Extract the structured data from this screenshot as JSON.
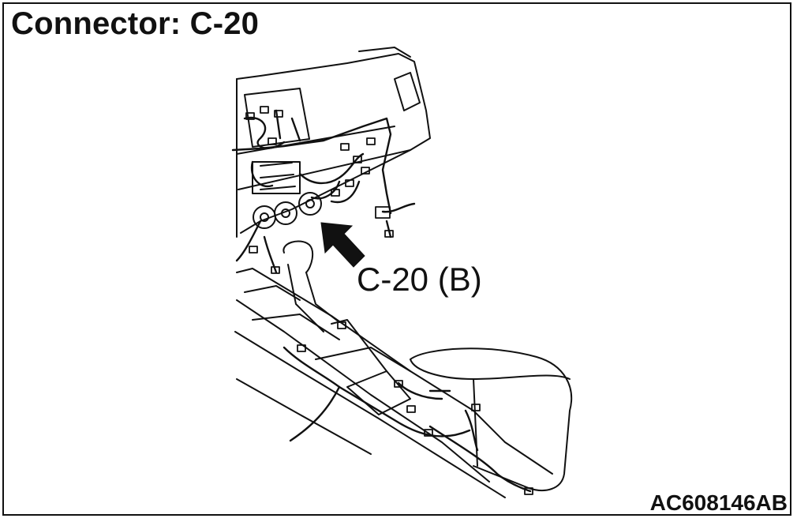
{
  "title": "Connector: C-20",
  "callout_label": "C-20 (B)",
  "figure_id": "AC608146AB",
  "colors": {
    "line": "#111111",
    "background": "#ffffff"
  }
}
